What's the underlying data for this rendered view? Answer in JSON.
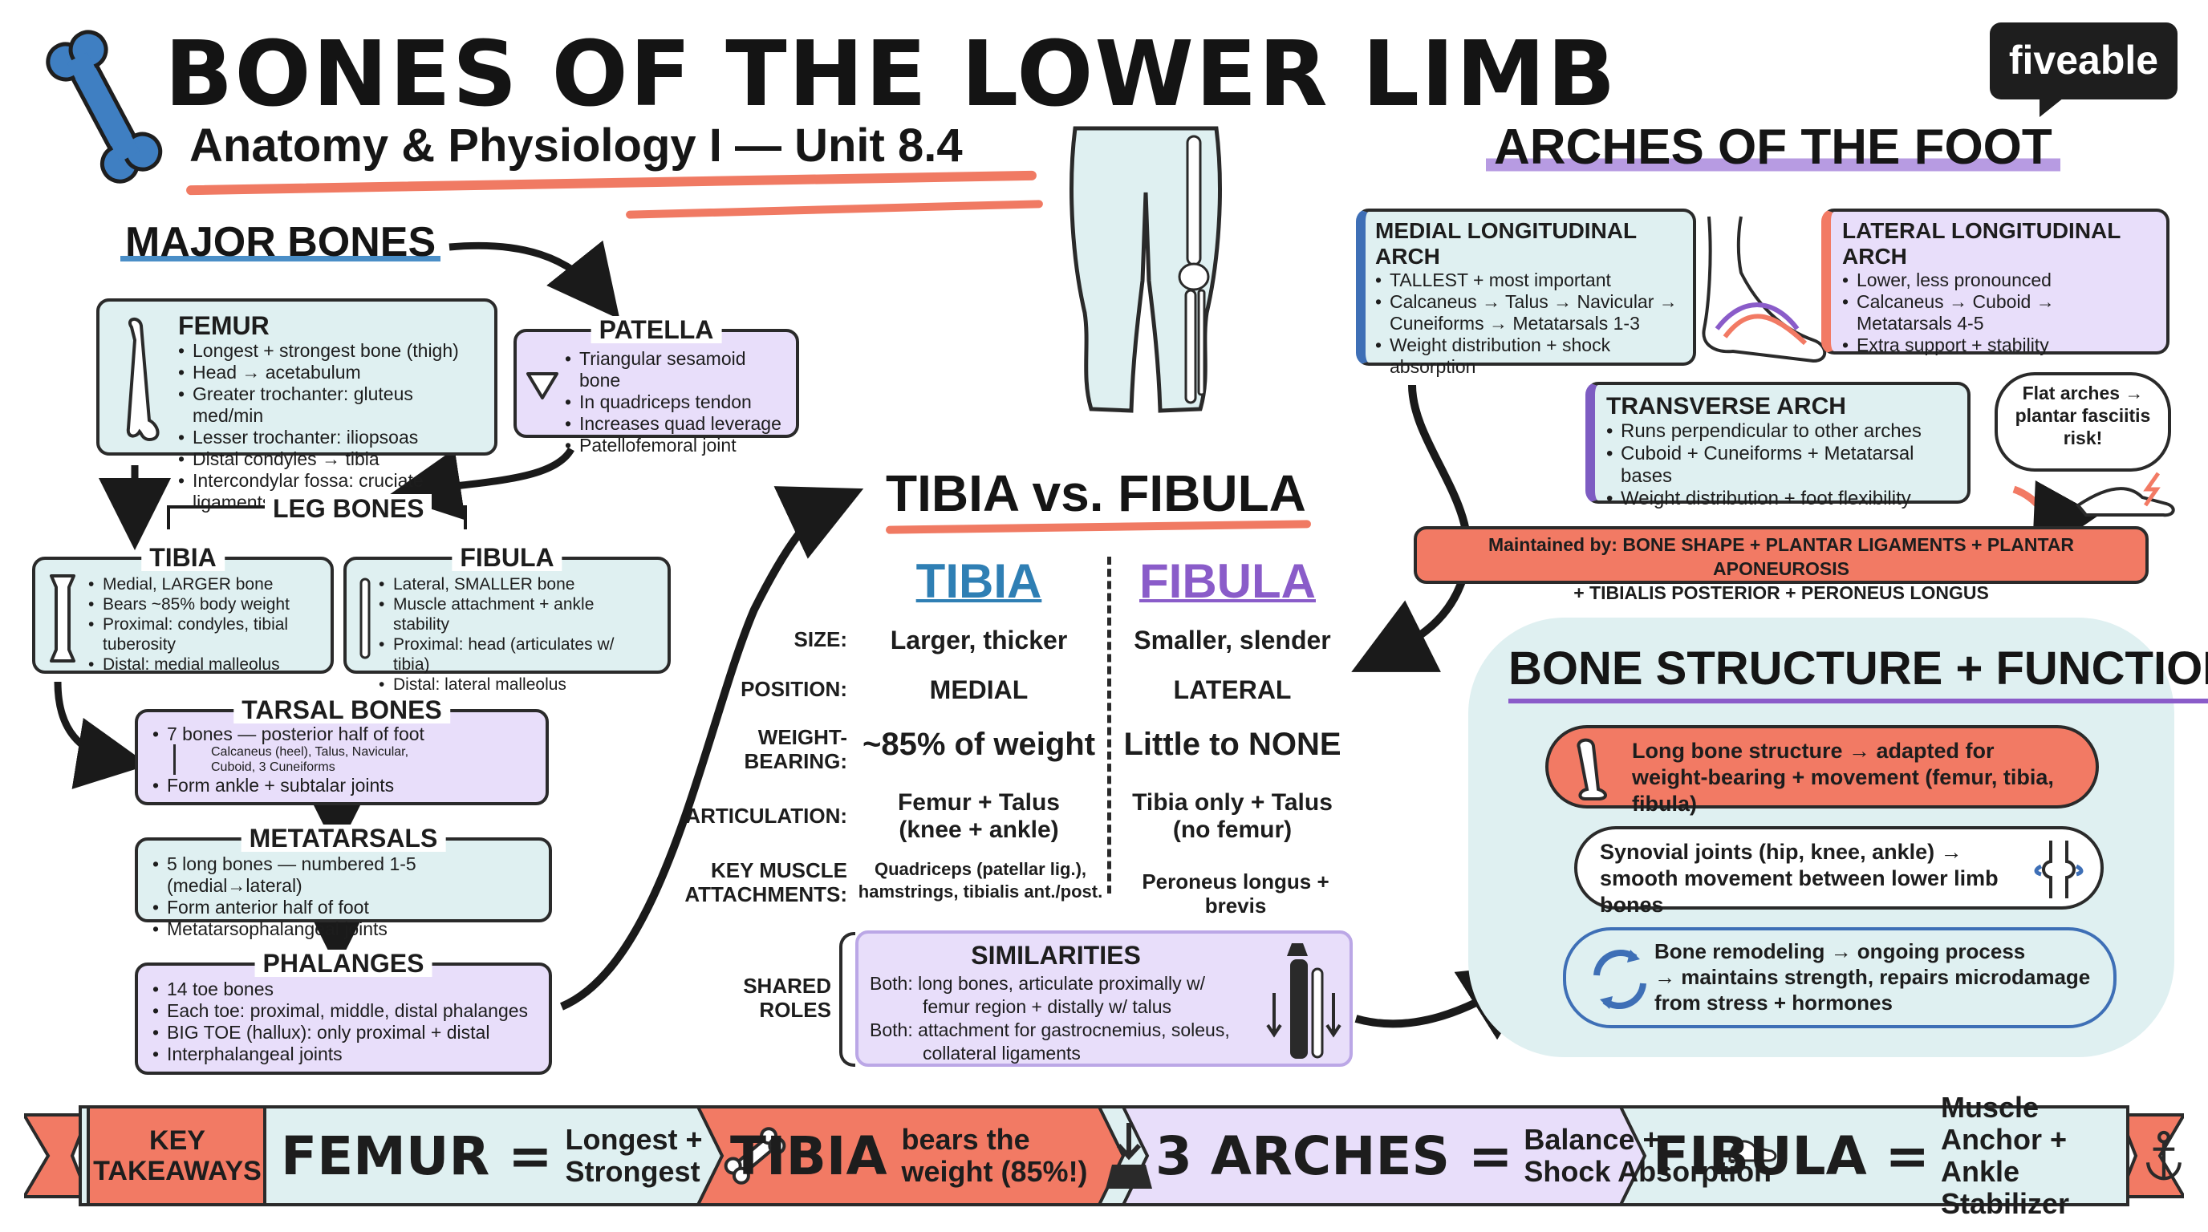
{
  "header": {
    "title": "BONES OF THE LOWER LIMB",
    "subtitle": "Anatomy & Physiology I — Unit 8.4",
    "logo": "fiveable",
    "icon": "bone-icon"
  },
  "major_bones": {
    "heading": "MAJOR BONES",
    "femur": {
      "title": "FEMUR",
      "items": [
        "Longest + strongest bone (thigh)",
        "Head → acetabulum",
        "Greater trochanter: gluteus med/min",
        "Lesser trochanter: iliopsoas",
        "Distal condyles → tibia",
        "Intercondylar fossa: cruciate ligaments"
      ]
    },
    "patella": {
      "title": "PATELLA",
      "items": [
        "Triangular sesamoid bone",
        "In quadriceps tendon",
        "Increases quad leverage",
        "Patellofemoral joint"
      ]
    },
    "leg_bones_label": "LEG BONES",
    "tibia": {
      "title": "TIBIA",
      "items": [
        "Medial, LARGER bone",
        "Bears ~85% body weight",
        "Proximal: condyles, tibial tuberosity",
        "Distal: medial malleolus"
      ]
    },
    "fibula": {
      "title": "FIBULA",
      "items": [
        "Lateral, SMALLER bone",
        "Muscle attachment + ankle stability",
        "Proximal: head (articulates w/ tibia)",
        "Distal: lateral malleolus"
      ]
    },
    "tarsals": {
      "title": "TARSAL BONES",
      "items": [
        "7 bones — posterior half of foot",
        "Form ankle + subtalar joints"
      ],
      "sub": [
        "Calcaneus (heel), Talus, Navicular,",
        "Cuboid, 3 Cuneiforms"
      ]
    },
    "metatarsals": {
      "title": "METATARSALS",
      "items": [
        "5 long bones — numbered 1-5 (medial→lateral)",
        "Form anterior half of foot",
        "Metatarsophalangeal joints"
      ]
    },
    "phalanges": {
      "title": "PHALANGES",
      "items": [
        "14 toe bones",
        "Each toe: proximal, middle, distal phalanges",
        "BIG TOE (hallux): only proximal + distal",
        "Interphalangeal joints"
      ]
    }
  },
  "comparison": {
    "heading": "TIBIA vs. FIBULA",
    "col1": "TIBIA",
    "col2": "FIBULA",
    "rows": [
      {
        "label": "SIZE:",
        "tibia": "Larger, thicker",
        "fibula": "Smaller, slender"
      },
      {
        "label": "POSITION:",
        "tibia": "MEDIAL",
        "fibula": "LATERAL"
      },
      {
        "label": "WEIGHT-\nBEARING:",
        "tibia": "~85% of weight",
        "fibula": "Little to NONE"
      },
      {
        "label": "ARTICULATION:",
        "tibia": "Femur + Talus\n(knee + ankle)",
        "fibula": "Tibia only + Talus\n(no femur)"
      },
      {
        "label": "KEY MUSCLE\nATTACHMENTS:",
        "tibia": "Quadriceps (patellar lig.),\nhamstrings, tibialis ant./post.",
        "fibula": "Peroneus longus + brevis"
      }
    ],
    "shared_label": "SHARED\nROLES",
    "similarities": {
      "title": "SIMILARITIES",
      "lines": [
        "Both: long bones, articulate proximally w/",
        "femur region + distally w/ talus",
        "Both: attachment for gastrocnemius, soleus,",
        "collateral ligaments"
      ]
    }
  },
  "arches": {
    "heading": "ARCHES OF THE FOOT",
    "medial": {
      "title": "MEDIAL LONGITUDINAL ARCH",
      "items": [
        "TALLEST + most important",
        "Calcaneus → Talus → Navicular →\nCuneiforms → Metatarsals 1-3",
        "Weight distribution + shock\nabsorption"
      ]
    },
    "lateral": {
      "title": "LATERAL LONGITUDINAL ARCH",
      "items": [
        "Lower, less pronounced",
        "Calcaneus → Cuboid →\nMetatarsals 4-5",
        "Extra support + stability"
      ]
    },
    "transverse": {
      "title": "TRANSVERSE ARCH",
      "items": [
        "Runs perpendicular to other arches",
        "Cuboid + Cuneiforms + Metatarsal bases",
        "Weight distribution + foot flexibility"
      ]
    },
    "flat_note": "Flat arches →\nplantar fasciitis\nrisk!",
    "maintained": "Maintained by: BONE SHAPE + PLANTAR LIGAMENTS + PLANTAR APONEUROSIS\n+ TIBIALIS POSTERIOR + PERONEUS LONGUS"
  },
  "structure": {
    "heading": "BONE  STRUCTURE + FUNCTION",
    "items": [
      "Long bone structure → adapted for\nweight-bearing + movement (femur, tibia, fibula)",
      "Synovial joints (hip, knee, ankle) →\nsmooth movement between lower limb bones",
      "Bone remodeling → ongoing process\n→ maintains strength, repairs microdamage\nfrom stress + hormones"
    ]
  },
  "takeaways": {
    "label": "KEY\nTAKEAWAYS",
    "items": [
      {
        "big": "FEMUR =",
        "small": "Longest +\nStrongest"
      },
      {
        "big": "TIBIA",
        "small": "bears the\nweight (85%!)"
      },
      {
        "big": "3 ARCHES =",
        "small": "Balance +\nShock Absorption"
      },
      {
        "big": "FIBULA =",
        "small": "Muscle Anchor +\nAnkle Stabilizer"
      }
    ]
  },
  "colors": {
    "teal": "#dff0f1",
    "lilac": "#e8defa",
    "coral": "#f27a64",
    "blue": "#3e6fb6",
    "purple": "#7d5cc2",
    "tibia_text": "#2f7fb4",
    "fibula_text": "#8a5cc9"
  }
}
